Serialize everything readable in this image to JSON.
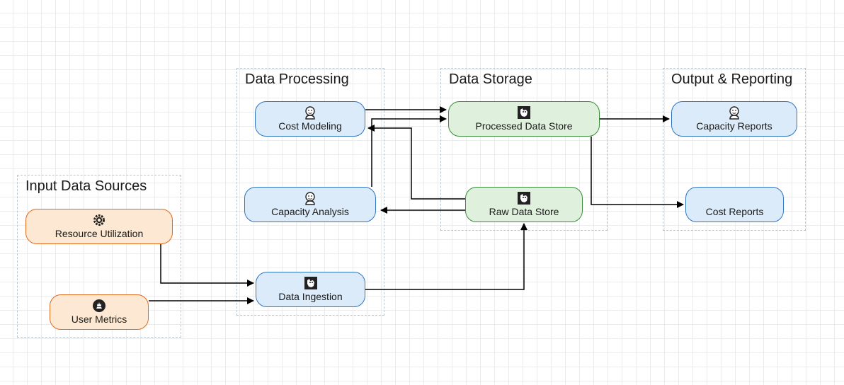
{
  "groups": {
    "input": "Input Data Sources",
    "processing": "Data Processing",
    "storage": "Data Storage",
    "output": "Output & Reporting"
  },
  "nodes": {
    "resource_utilization": {
      "label": "Resource Utilization",
      "icon": "grafana-icon",
      "color": "#e06a1e"
    },
    "user_metrics": {
      "label": "User Metrics",
      "icon": "prometheus-icon",
      "color": "#e06a1e"
    },
    "cost_modeling": {
      "label": "Cost Modeling",
      "icon": "jenkins-icon",
      "color": "#2f74c0"
    },
    "capacity_analysis": {
      "label": "Capacity Analysis",
      "icon": "jenkins-icon",
      "color": "#2f74c0"
    },
    "data_ingestion": {
      "label": "Data Ingestion",
      "icon": "datadog-icon",
      "color": "#2f74c0"
    },
    "processed_data_store": {
      "label": "Processed Data Store",
      "icon": "datadog-icon",
      "color": "#3a8c3a"
    },
    "raw_data_store": {
      "label": "Raw Data Store",
      "icon": "datadog-icon",
      "color": "#3a8c3a"
    },
    "capacity_reports": {
      "label": "Capacity Reports",
      "icon": "jenkins-icon",
      "color": "#2f74c0"
    },
    "cost_reports": {
      "label": "Cost Reports",
      "icon": "",
      "color": "#2f74c0"
    }
  },
  "edges": [
    {
      "from": "Resource Utilization",
      "to": "Data Ingestion"
    },
    {
      "from": "User Metrics",
      "to": "Data Ingestion"
    },
    {
      "from": "Data Ingestion",
      "to": "Raw Data Store"
    },
    {
      "from": "Raw Data Store",
      "to": "Capacity Analysis"
    },
    {
      "from": "Raw Data Store",
      "to": "Cost Modeling"
    },
    {
      "from": "Capacity Analysis",
      "to": "Processed Data Store"
    },
    {
      "from": "Cost Modeling",
      "to": "Processed Data Store"
    },
    {
      "from": "Processed Data Store",
      "to": "Capacity Reports"
    },
    {
      "from": "Processed Data Store",
      "to": "Cost Reports"
    }
  ]
}
